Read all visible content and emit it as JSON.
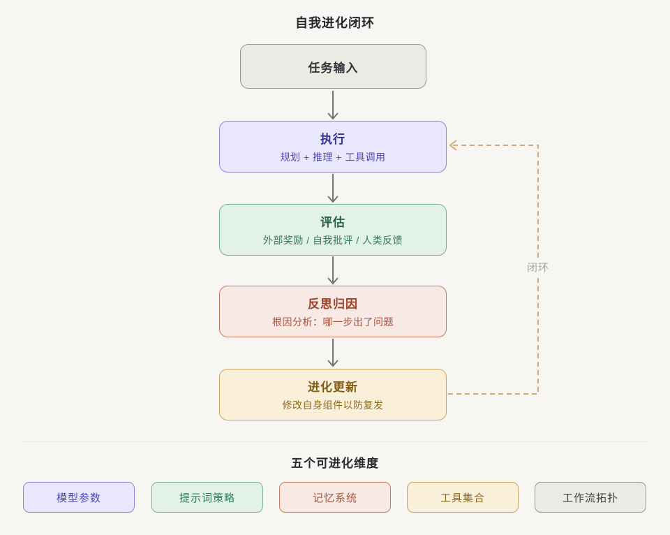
{
  "page": {
    "background": "#f7f6f2"
  },
  "flow": {
    "title": "自我进化闭环",
    "loop_label": "闭环",
    "nodes": [
      {
        "id": "task-input",
        "title": "任务输入",
        "subtitle": "",
        "theme": "gray"
      },
      {
        "id": "execute",
        "title": "执行",
        "subtitle": "规划 + 推理 + 工具调用",
        "theme": "purple"
      },
      {
        "id": "evaluate",
        "title": "评估",
        "subtitle": "外部奖励 / 自我批评 / 人类反馈",
        "theme": "green"
      },
      {
        "id": "reflect",
        "title": "反思归因",
        "subtitle": "根因分析：哪一步出了问题",
        "theme": "red"
      },
      {
        "id": "evolve",
        "title": "进化更新",
        "subtitle": "修改自身组件以防复发",
        "theme": "gold"
      }
    ]
  },
  "dimensions": {
    "title": "五个可进化维度",
    "items": [
      {
        "label": "模型参数",
        "theme": "purple"
      },
      {
        "label": "提示词策略",
        "theme": "green"
      },
      {
        "label": "记忆系统",
        "theme": "red"
      },
      {
        "label": "工具集合",
        "theme": "gold"
      },
      {
        "label": "工作流拓扑",
        "theme": "gray"
      }
    ]
  },
  "colors": {
    "solid_arrow": "#75746f",
    "dashed_loop": "#d3a97b",
    "loop_label_text": "#a7a6a2",
    "divider": "#e8e6e1",
    "purple_border": "#8f85db",
    "green_border": "#77b191",
    "red_border": "#c4795d",
    "gold_border": "#c9a462",
    "gray_border": "#98968e"
  }
}
